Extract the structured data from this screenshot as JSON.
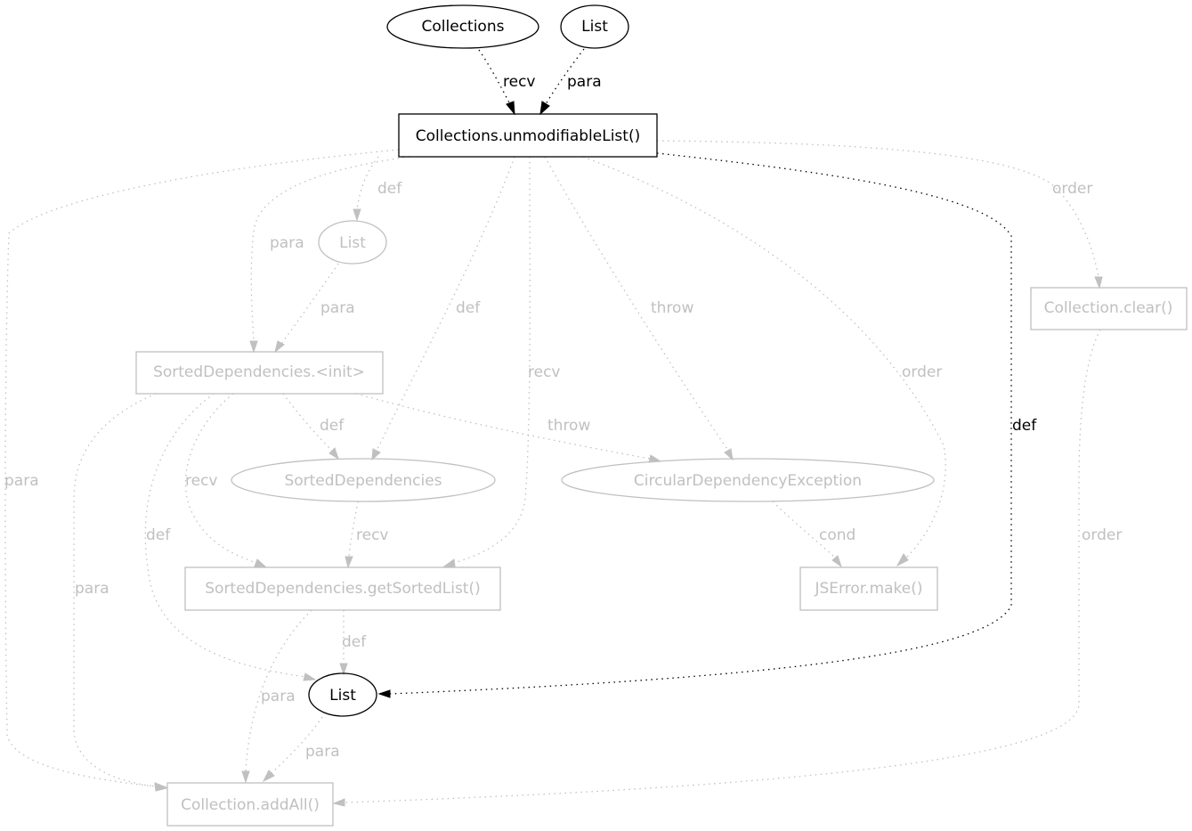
{
  "colors": {
    "active": "#000000",
    "faded": "#c0c0c0",
    "background": "#ffffff"
  },
  "nodes": {
    "collections_top": {
      "label": "Collections",
      "shape": "ellipse",
      "state": "active"
    },
    "list_top": {
      "label": "List",
      "shape": "ellipse",
      "state": "active"
    },
    "unmodifiable": {
      "label": "Collections.unmodifiableList()",
      "shape": "box",
      "state": "active"
    },
    "list_mid": {
      "label": "List",
      "shape": "ellipse",
      "state": "faded"
    },
    "collection_clear": {
      "label": "Collection.clear()",
      "shape": "box",
      "state": "faded"
    },
    "sorted_init": {
      "label": "SortedDependencies.<init>",
      "shape": "box",
      "state": "faded"
    },
    "sorted_deps": {
      "label": "SortedDependencies",
      "shape": "ellipse",
      "state": "faded"
    },
    "circular_exc": {
      "label": "CircularDependencyException",
      "shape": "ellipse",
      "state": "faded"
    },
    "get_sorted": {
      "label": "SortedDependencies.getSortedList()",
      "shape": "box",
      "state": "faded"
    },
    "jserror_make": {
      "label": "JSError.make()",
      "shape": "box",
      "state": "faded"
    },
    "list_bottom": {
      "label": "List",
      "shape": "ellipse",
      "state": "active"
    },
    "addall": {
      "label": "Collection.addAll()",
      "shape": "box",
      "state": "faded"
    }
  },
  "edges": [
    {
      "from": "collections_top",
      "to": "unmodifiable",
      "label": "recv",
      "state": "active"
    },
    {
      "from": "list_top",
      "to": "unmodifiable",
      "label": "para",
      "state": "active"
    },
    {
      "from": "unmodifiable",
      "to": "list_mid",
      "label": "def",
      "state": "faded"
    },
    {
      "from": "unmodifiable",
      "to": "sorted_init",
      "label": "para",
      "state": "faded"
    },
    {
      "from": "list_mid",
      "to": "sorted_init",
      "label": "para",
      "state": "faded"
    },
    {
      "from": "unmodifiable",
      "to": "sorted_deps",
      "label": "def",
      "state": "faded"
    },
    {
      "from": "unmodifiable",
      "to": "get_sorted",
      "label": "recv",
      "state": "faded"
    },
    {
      "from": "unmodifiable",
      "to": "circular_exc",
      "label": "throw",
      "state": "faded"
    },
    {
      "from": "unmodifiable",
      "to": "jserror_make",
      "label": "order",
      "state": "faded"
    },
    {
      "from": "unmodifiable",
      "to": "list_bottom",
      "label": "def",
      "state": "active"
    },
    {
      "from": "unmodifiable",
      "to": "collection_clear",
      "label": "order",
      "state": "faded"
    },
    {
      "from": "unmodifiable",
      "to": "addall",
      "label": "para",
      "state": "faded"
    },
    {
      "from": "sorted_init",
      "to": "sorted_deps",
      "label": "def",
      "state": "faded"
    },
    {
      "from": "sorted_init",
      "to": "circular_exc",
      "label": "throw",
      "state": "faded"
    },
    {
      "from": "sorted_init",
      "to": "get_sorted",
      "label": "recv",
      "state": "faded"
    },
    {
      "from": "sorted_init",
      "to": "list_bottom",
      "label": "def",
      "state": "faded"
    },
    {
      "from": "sorted_init",
      "to": "addall",
      "label": "para",
      "state": "faded"
    },
    {
      "from": "sorted_deps",
      "to": "get_sorted",
      "label": "recv",
      "state": "faded"
    },
    {
      "from": "circular_exc",
      "to": "jserror_make",
      "label": "cond",
      "state": "faded"
    },
    {
      "from": "get_sorted",
      "to": "list_bottom",
      "label": "def",
      "state": "faded"
    },
    {
      "from": "get_sorted",
      "to": "addall",
      "label": "para",
      "state": "faded"
    },
    {
      "from": "list_bottom",
      "to": "addall",
      "label": "para",
      "state": "faded"
    },
    {
      "from": "collection_clear",
      "to": "addall",
      "label": "order",
      "state": "faded"
    }
  ]
}
